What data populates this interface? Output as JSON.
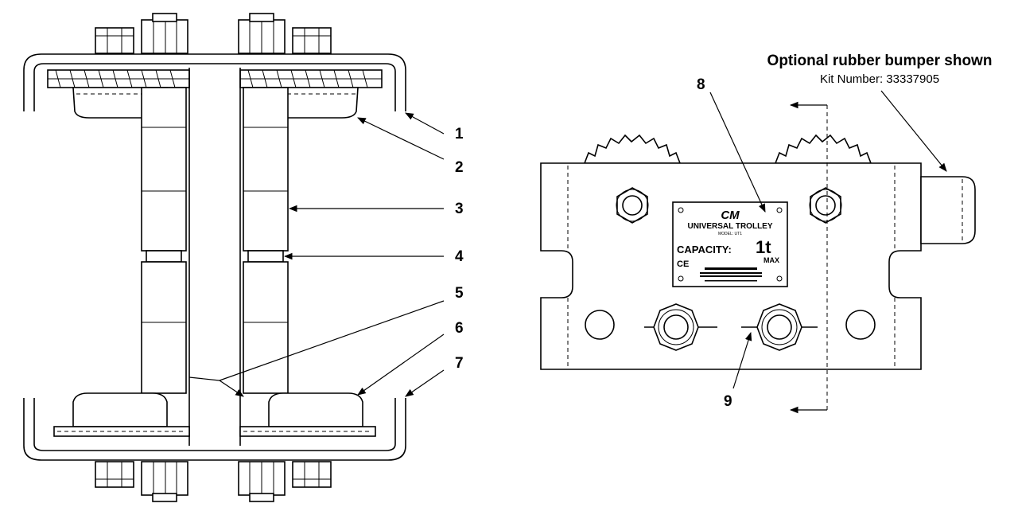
{
  "callouts": {
    "c1": "1",
    "c2": "2",
    "c3": "3",
    "c4": "4",
    "c5": "5",
    "c6": "6",
    "c7": "7",
    "c8": "8",
    "c9": "9"
  },
  "note": {
    "title": "Optional rubber bumper shown",
    "subtitle": "Kit Number: 33337905"
  },
  "nameplate": {
    "logo": "CM",
    "brand": "UNIVERSAL TROLLEY",
    "model": "MODEL: UT1",
    "capacity_label": "CAPACITY:",
    "capacity_value": "1t",
    "capacity_unit": "MAX",
    "mark": "CE"
  }
}
